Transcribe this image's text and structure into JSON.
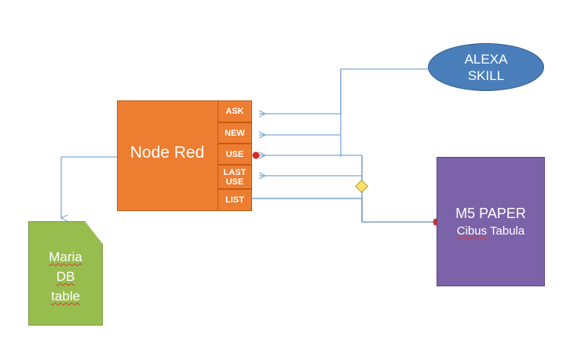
{
  "diagram": {
    "title": "Node Red / Alexa Skill / M5 Paper architecture",
    "background": "#FFFFFF",
    "colors": {
      "node_red_fill": "#ED7D31",
      "node_red_stroke": "#C55A11",
      "mariadb_fill": "#97BD4E",
      "mariadb_stroke": "#7C9C3E",
      "alexa_fill": "#4A7EBB",
      "alexa_stroke": "#2E5B8C",
      "m5_fill": "#7B62A9",
      "m5_stroke": "#5C4589",
      "connector": "#7FA6D4",
      "endpoint_dot": "#D82A22",
      "handle_diamond": "#FFE26B",
      "spellcheck_underline": "#E03A2F",
      "label_text": "#FFFFFF"
    }
  },
  "nodes": {
    "node_red": {
      "label": "Node Red",
      "ports": [
        {
          "id": "ask",
          "label": "ASK"
        },
        {
          "id": "new",
          "label": "NEW"
        },
        {
          "id": "use",
          "label": "USE"
        },
        {
          "id": "last_use",
          "line1": "LAST",
          "line2": "USE"
        },
        {
          "id": "list",
          "label": "LIST"
        }
      ]
    },
    "mariadb": {
      "line1": "Maria",
      "line2": "DB",
      "line3": "table"
    },
    "alexa": {
      "line1": "ALEXA",
      "line2": "SKILL"
    },
    "m5paper": {
      "title": "M5 PAPER",
      "subtitle": "Cibus Tabula"
    }
  },
  "connectors": [
    {
      "id": "alexa-to-ask",
      "from": "alexa",
      "to": "node_red.ask",
      "arrow": "to-node-red"
    },
    {
      "id": "alexa-to-new",
      "from": "alexa",
      "to": "node_red.new",
      "arrow": "to-node-red"
    },
    {
      "id": "m5-to-use",
      "from": "m5paper",
      "to": "node_red.use",
      "arrow": "to-node-red",
      "endpoint_dot": true
    },
    {
      "id": "m5-to-lastuse",
      "from": "m5paper",
      "to": "node_red.last_use",
      "arrow": "to-node-red"
    },
    {
      "id": "list-to-m5",
      "from": "node_red.list",
      "to": "m5paper",
      "arrow": "to-m5",
      "endpoint_dot": true,
      "handle": "diamond"
    },
    {
      "id": "node-red-to-mariadb",
      "from": "node_red",
      "to": "mariadb",
      "arrow": "to-mariadb"
    }
  ]
}
